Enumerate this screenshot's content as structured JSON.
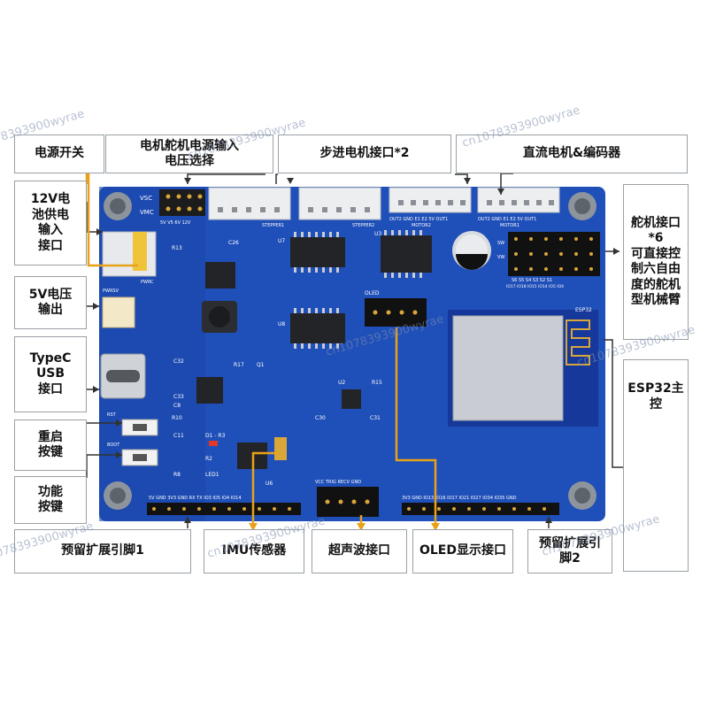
{
  "labels": {
    "power_switch": "电源开关",
    "motor_servo_power": "电机舵机电源输入\n电压选择",
    "stepper": "步进电机接口*2",
    "dc_motor": "直流电机&编码器",
    "battery_12v": "12V电\n池供电\n输入\n接口",
    "out_5v": "5V电压\n输出",
    "typec": "TypeC\nUSB\n接口",
    "restart": "重启\n按键",
    "function_key": "功能\n按键",
    "expansion1": "预留扩展引脚1",
    "imu": "IMU传感器",
    "ultrasonic": "超声波接口",
    "oled": "OLED显示接口",
    "expansion2": "预留扩展引\n脚2",
    "servo": "舵机接口\n*6\n可直接控\n制六自由\n度的舵机\n型机械臂",
    "esp32_main": "ESP32主\n控"
  },
  "board_text": {
    "vsc": "VSC",
    "vmc": "VMC",
    "jmp_pins": "5V  V5  6V  12V",
    "stepper1": "STEPPER1",
    "stepper2": "STEPPER2",
    "motor2_pins": "OUT2 GND E1 E2 5V OUT1",
    "motor2": "MOTOR2",
    "motor1_pins": "OUT2 GND E1 E2 5V OUT1",
    "motor1": "MOTOR1",
    "u7": "U7",
    "u3": "U3",
    "u8": "U8",
    "u2": "U2",
    "oled": "OLED",
    "esp32": "ESP32",
    "r13": "R13",
    "c26": "C26",
    "c32": "C32",
    "r17": "R17",
    "q1": "Q1",
    "r15": "R15",
    "c30": "C30",
    "c31": "C31",
    "c33": "C33",
    "c8": "C8",
    "c11": "C11",
    "r2": "R2",
    "led1": "LED1",
    "d1": "D1 - R3",
    "r10": "R10",
    "r8": "R8",
    "u6": "U6",
    "rst": "RST",
    "boot": "BOOT",
    "pwrsv": "PWRSV",
    "pwrc": "PWRC",
    "sw": "SW",
    "vw": "VW",
    "servo_labels": "S6   S5   S4   S3   S2   S1",
    "servo_io": "IO17 IO18 IO15 IO14 IO5 IO4",
    "ultra_pins": "VCC TRIG RECV GND",
    "header1_pins": "5V  GND  3V3  GND  RX  TX  IO3  IO5  IO4  IO14",
    "header2_pins": "3V3  GND  IO13 IO16 IO17 IO21 IO27 IO34 IO35 GND"
  },
  "watermark": "cn1078393900wyrae",
  "colors": {
    "pcb": "#1f4fb8",
    "pcb_dark": "#16389a",
    "arrow": "#e8a21a",
    "line": "#333333",
    "chip": "#222428",
    "esp_shield": "#c9ccd2",
    "connector_white": "#eceef0"
  }
}
